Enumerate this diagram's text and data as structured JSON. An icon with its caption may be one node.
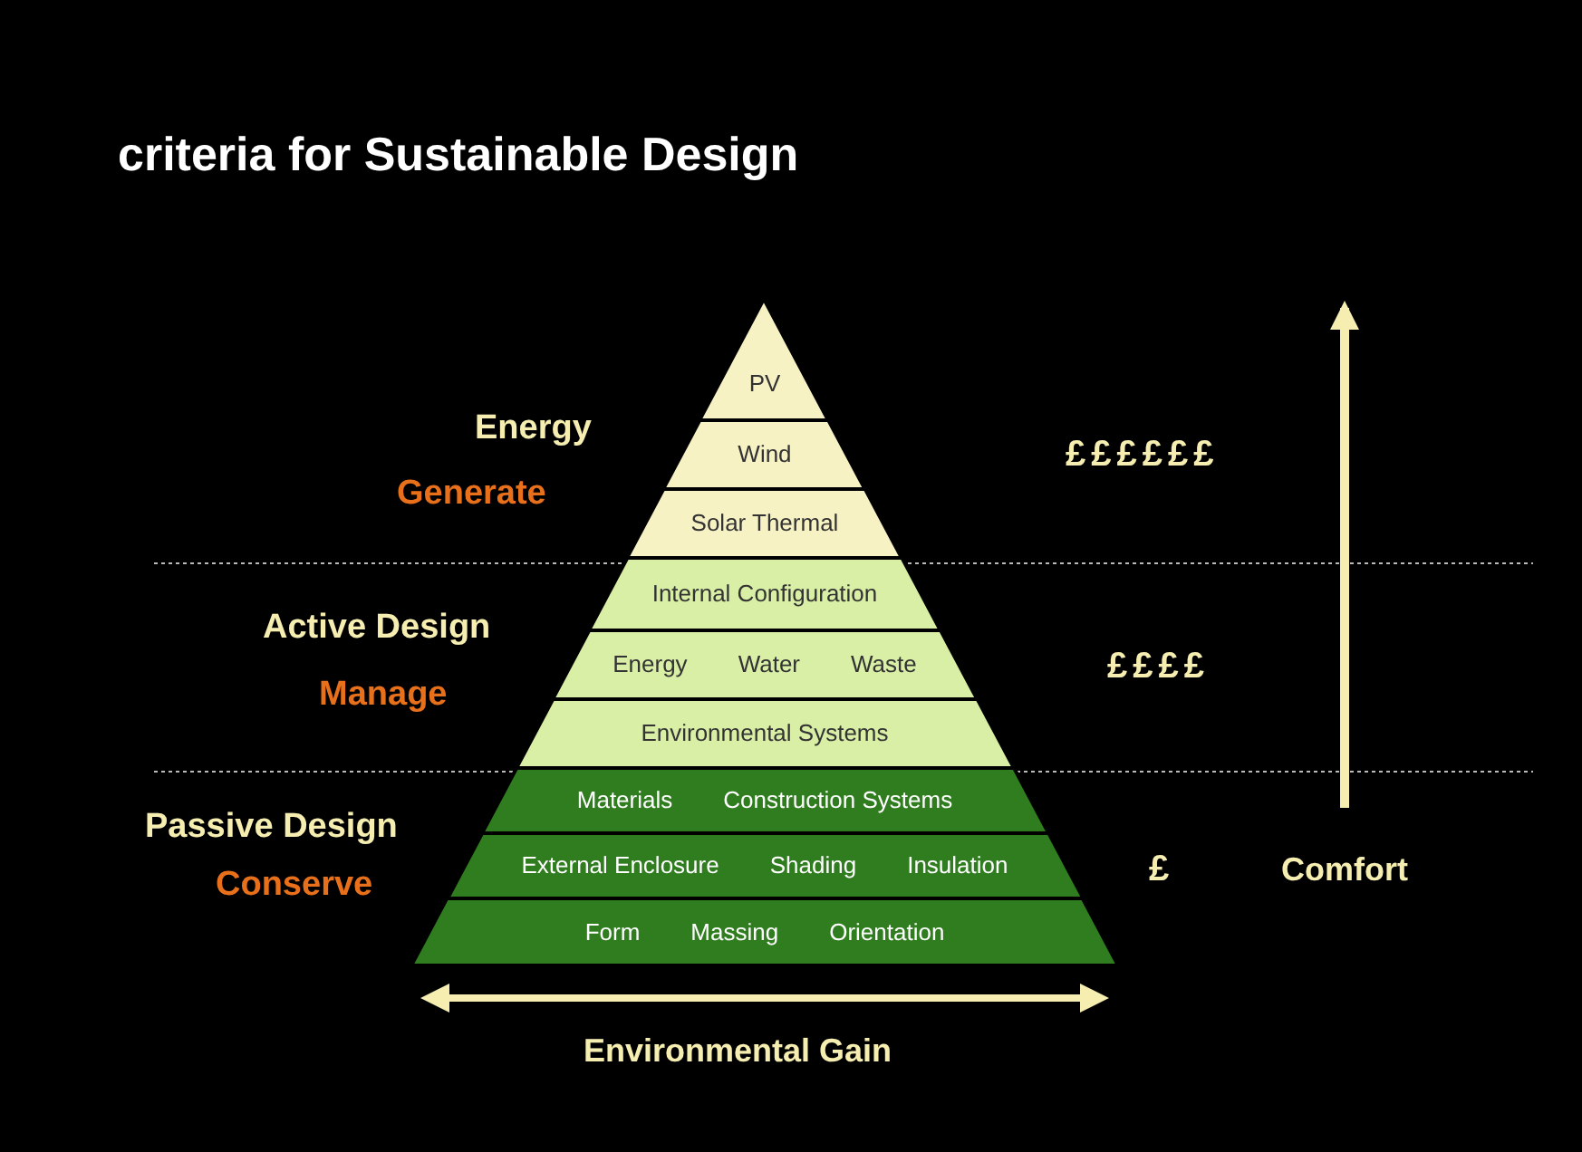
{
  "diagram": {
    "title": "criteria for Sustainable Design",
    "nodes": [
      {
        "text": [
          "PV"
        ]
      },
      {
        "text": [
          "Wind"
        ]
      },
      {
        "text": [
          "Solar Thermal"
        ]
      },
      {
        "text": [
          "Internal Configuration"
        ]
      },
      {
        "text": [
          "Energy",
          "Water",
          "Waste"
        ]
      },
      {
        "text": [
          "Environmental Systems"
        ]
      },
      {
        "text": [
          "Materials",
          "Construction Systems"
        ]
      },
      {
        "text": [
          "External Enclosure",
          "Shading",
          "Insulation"
        ]
      },
      {
        "text": [
          "Form",
          "Massing",
          "Orientation"
        ]
      }
    ],
    "labels": [
      "Energy",
      "Generate",
      "££££££",
      "Active Design",
      "Manage",
      "££££",
      "Passive Design",
      "Conserve",
      "£",
      "Comfort",
      "Environmental Gain"
    ]
  }
}
